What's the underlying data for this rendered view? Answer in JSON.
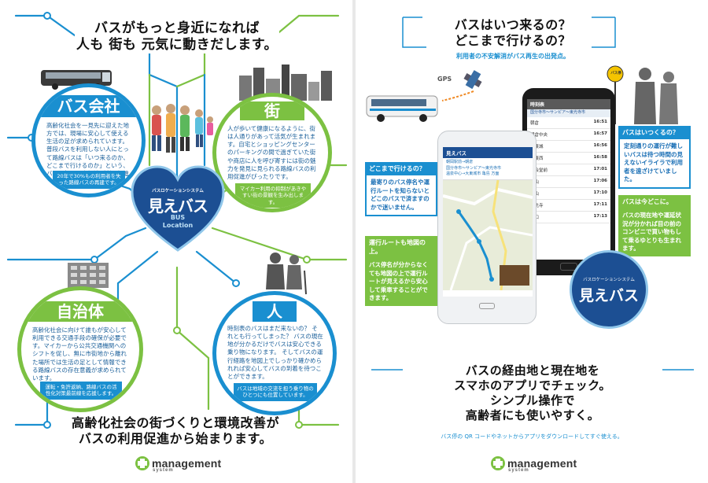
{
  "left": {
    "headline": {
      "line1": "バスがもっと身近になれば",
      "line2": "人も 街も 元気に動きだします。"
    },
    "bus_company": {
      "title": "バス会社",
      "body": "高齢化社会を一見先に迎えた地方では、現場に安心して使える生活の足が求められています。 普段バスを利用しない人にとって路線バスは「いつ来るのか、どこまで行けるのか」という、バス運行の不安解消が利用促進の第一歩です。",
      "note": "20年で30%もの利用者を失った路線バスの再建です。"
    },
    "town": {
      "title": "街",
      "body": "人が歩いて健康になるように、街は人通りがあって活気が生まれます。自宅とショッピングセンターのパーキングの間で過ぎていた街や商店に人を呼び寄すには街の魅力を発見に見られる路線バスの利用促進がぴったりです。",
      "note": "マイカー利用の抑制があきやすい街の景観を生み出します。"
    },
    "heart": {
      "subtitle": "バスロケーションシステム",
      "logo": "見えバス",
      "en1": "BUS",
      "en2": "Location"
    },
    "municipality": {
      "title": "自治体",
      "body": "高齢化社会に向けて誰もが安心して利用できる交通手段の確保が必要です。マイカーから公共交通機関へのシフトを促し、無に市街地から離れた場所では生活の足として情報できる路線バスの存在意義が求められています。",
      "note": "運転・免許返納、路線バスの活性化対策最前線を応援します。"
    },
    "person": {
      "title": "人",
      "body": "時刻表のバスはまだ来ないの？ それとも行ってしまった？ バスの現在地が分かるだけでバスは安心できる乗り物になります。 そしてバスの運行経路を地図上でしっかり確かめられれば安心してバスの到着を待つことができます。",
      "note": "バスは地域の交流を担う乗り物のひとつにも位置しています。"
    },
    "bottom": {
      "line1": "高齢化社会の街づくりと環境改善が",
      "line2": "バスの利用促進から始まります。"
    },
    "logo": {
      "word": "management",
      "sub": "system"
    }
  },
  "right": {
    "headline": {
      "line1": "バスはいつ来るの？",
      "line2": "どこまで行けるの？"
    },
    "subline": "利用者の不安解消がバス再生の出発点。",
    "gps_label": "GPS",
    "stop_sign": "バス停",
    "callout_where": {
      "head": "どこまで行けるの？",
      "body": "最寄りのバス停名や運行ルートを知らないとどこのバスで済ますのかで迷いません。"
    },
    "callout_route": {
      "head": "運行ルートも地図の上。",
      "body": "バス停名が分からなくても地図の上で運行ルートが見えるから安心して乗車することができます。"
    },
    "callout_when": {
      "head": "バスはいつくるの？",
      "body": "定刻通りの運行が難しいバスは待つ時間の見えないイライラで利用者を遠ざけていました。"
    },
    "callout_now": {
      "head": "バスは今どこに。",
      "body": "バスの現在地や運延状況が分かれば目の前のコンビニで買い物もして乗るゆとりも生まれます。"
    },
    "phone_front": {
      "title": "見えバス",
      "rows": [
        "朝岡駅前→朝倉",
        "国分寺市～サンピア～東光寺市",
        "温泉中心→大東城市 亀島 方面"
      ]
    },
    "phone_back": {
      "title": "時刻表",
      "header": "国分寺市～サンピア～東光寺市",
      "rows": [
        {
          "stop": "朝倉",
          "time": "16:51"
        },
        {
          "stop": "朝倉中央",
          "time": "16:57"
        },
        {
          "stop": "大東城",
          "time": "16:56"
        },
        {
          "stop": "大東西",
          "time": "16:58"
        },
        {
          "stop": "公会堂前",
          "time": "17:01"
        },
        {
          "stop": "朝山",
          "time": "17:06"
        },
        {
          "stop": "中山",
          "time": "17:10"
        },
        {
          "stop": "東光寺",
          "time": "17:11"
        },
        {
          "stop": "北口",
          "time": "17:13"
        }
      ]
    },
    "badge": {
      "sub": "バスロケーションシステム",
      "logo": "見えバス"
    },
    "bottom": {
      "line1": "バスの経由地と現在地を",
      "line2": "スマホのアプリでチェック。",
      "line3": "シンプル操作で",
      "line4": "高齢者にも使いやすく。"
    },
    "caption": "バス停の QR コードやネットからアプリをダウンロードしてすぐ使える。",
    "logo": {
      "word": "management",
      "sub": "system"
    }
  },
  "colors": {
    "blue": "#1a8fd0",
    "green": "#7cc142",
    "navy": "#1c4f93"
  }
}
